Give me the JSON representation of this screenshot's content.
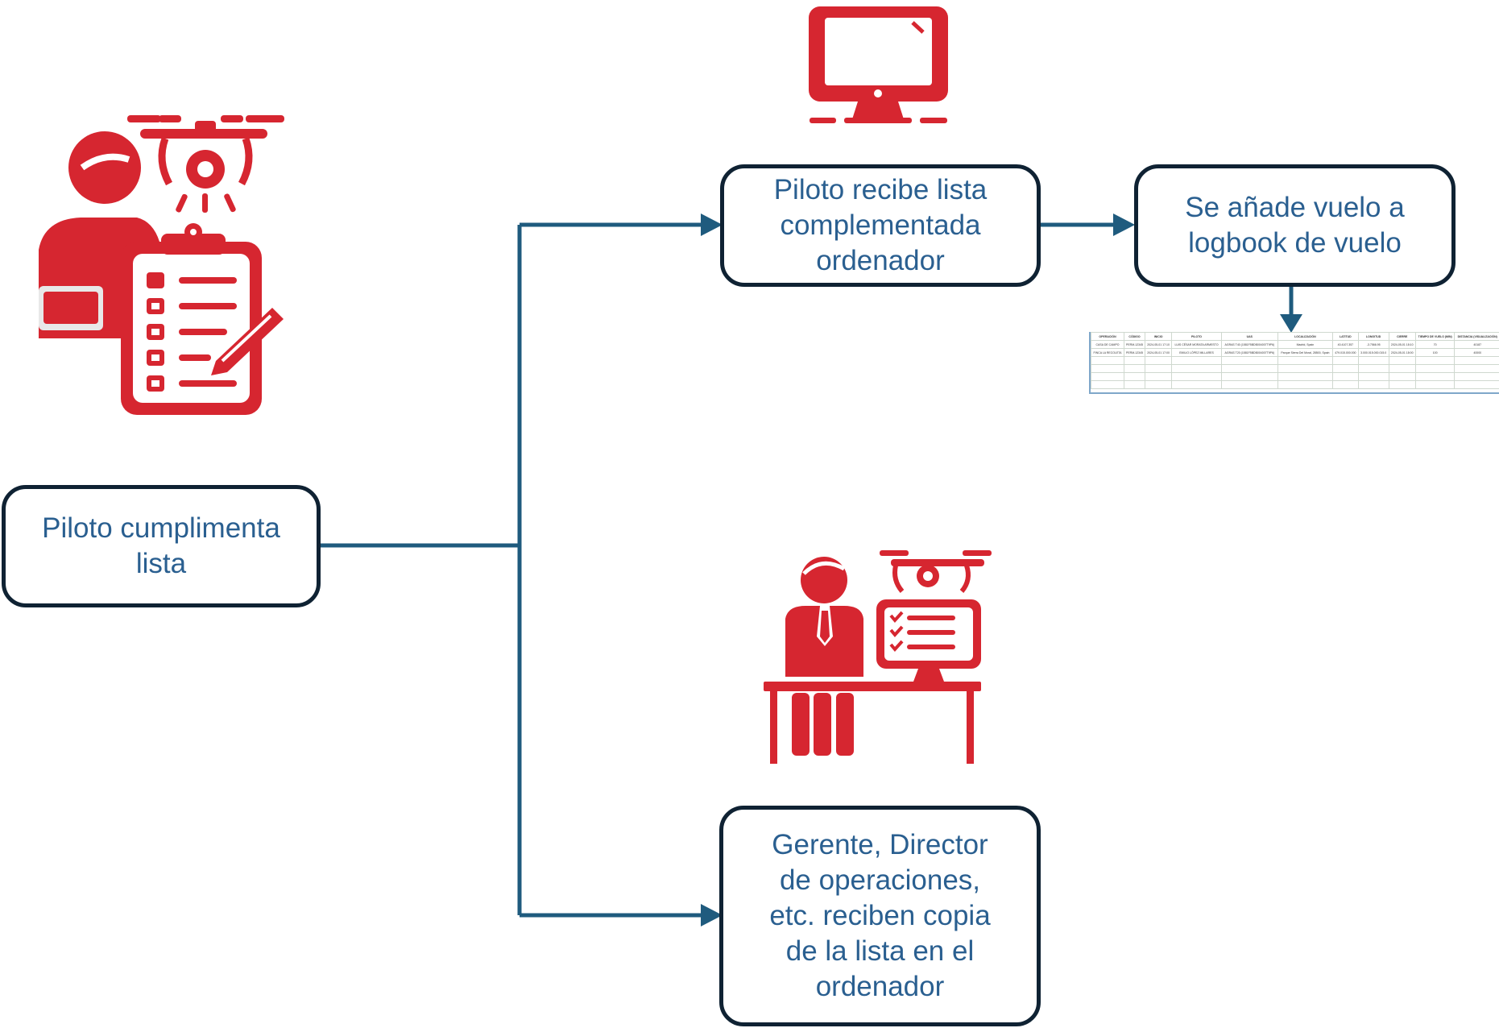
{
  "boxes": {
    "pilot_fills": "Piloto cumplimenta\nlista",
    "pilot_receives": "Piloto recibe lista\ncomplementada\nordenador",
    "logbook_added": "Se añade vuelo a\nlogbook de vuelo",
    "managers_receive": "Gerente, Director\nde operaciones,\netc. reciben copia\nde la lista en el\nordenador"
  },
  "logbook": {
    "headers": [
      "OPERACIÓN",
      "CÓDIGO",
      "INICIO",
      "PILOTO",
      "UAS",
      "LOCALIZACIÓN",
      "LATITUD",
      "LONGITUD",
      "CIERRE",
      "TIEMPO DE VUELO (MIN)",
      "DISTANCIA (VISUALIZACIÓN)"
    ],
    "rows": [
      [
        "CASA DE CAMPO",
        "PERM-12345",
        "2024-05-01 17:10",
        "LUIS CÉSAR MORATA ARMESTO",
        "AGRAS T40 (1581F5BDB004007T9P6)",
        "Madrid, Spain",
        "40.4107.357",
        "-3.7566.95",
        "2024-05-01 18:10",
        "70",
        "40187"
      ],
      [
        "FINCA LA RECOLETA",
        "PERM-12345",
        "2024-05-01 17:00",
        "EMILIO LÓPEZ MILLARES",
        "AGRAS T20 (1581F5BDB004007T9P6)",
        "Parque Sierra Del Moral, 28500, Spain",
        "479.015.000.000",
        "3.000.015.000.015.0",
        "2024-05-01 18:00",
        "100",
        "40000"
      ],
      [
        "",
        "",
        "",
        "",
        "",
        "",
        "",
        "",
        "",
        "",
        ""
      ],
      [
        "",
        "",
        "",
        "",
        "",
        "",
        "",
        "",
        "",
        "",
        ""
      ],
      [
        "",
        "",
        "",
        "",
        "",
        "",
        "",
        "",
        "",
        "",
        ""
      ],
      [
        "",
        "",
        "",
        "",
        "",
        "",
        "",
        "",
        "",
        "",
        ""
      ]
    ]
  },
  "colors": {
    "icon_red": "#d62630",
    "icon_shade": "#e8e8e8",
    "connector": "#1f5b7e",
    "box_border": "#0f2233",
    "box_text": "#2a5f90"
  },
  "icons": [
    "pilot-drone-checklist-icon",
    "computer-monitor-icon",
    "manager-desk-drone-icon"
  ]
}
